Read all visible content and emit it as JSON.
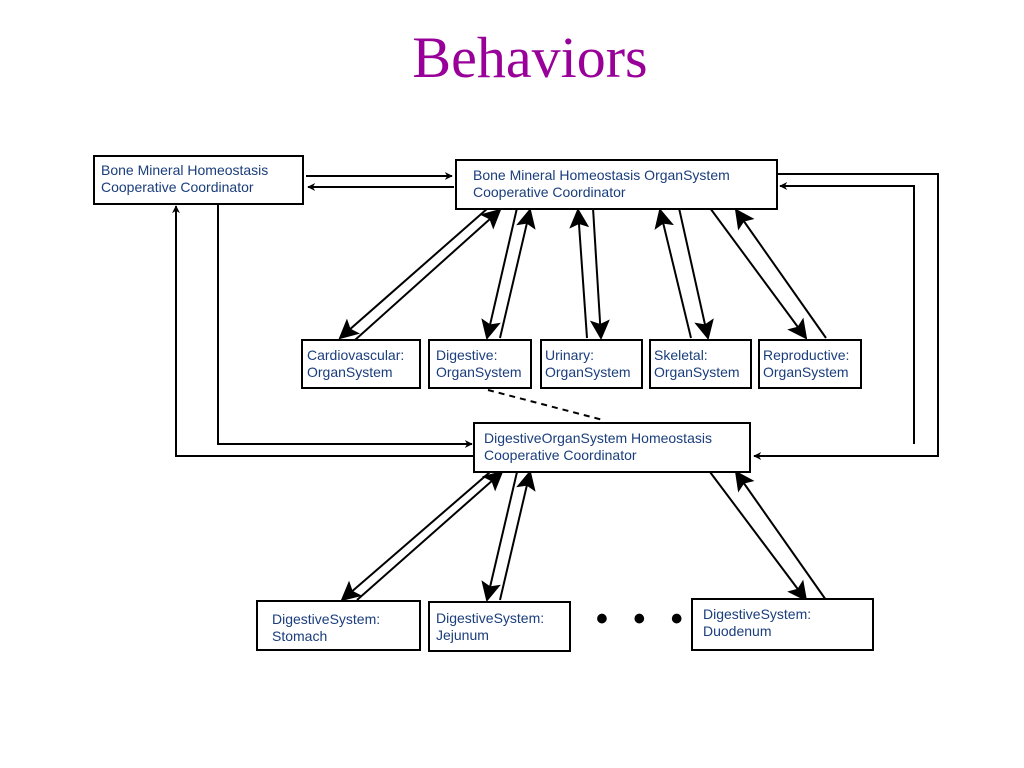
{
  "title": "Behaviors",
  "nodes": {
    "bone_coord": [
      "Bone Mineral Homeostasis",
      "Cooperative Coordinator"
    ],
    "bone_organ_coord": [
      "Bone Mineral Homeostasis OrganSystem",
      "Cooperative Coordinator"
    ],
    "cardiovascular": [
      "Cardiovascular:",
      "OrganSystem"
    ],
    "digestive": [
      "Digestive:",
      "OrganSystem"
    ],
    "urinary": [
      "Urinary:",
      "OrganSystem"
    ],
    "skeletal": [
      "Skeletal:",
      "OrganSystem"
    ],
    "reproductive": [
      "Reproductive:",
      "OrganSystem"
    ],
    "digestive_coord": [
      "DigestiveOrganSystem Homeostasis",
      "Cooperative Coordinator"
    ],
    "stomach": [
      "DigestiveSystem:",
      "Stomach"
    ],
    "jejunum": [
      "DigestiveSystem:",
      "Jejunum"
    ],
    "duodenum": [
      "DigestiveSystem:",
      "Duodenum"
    ]
  },
  "ellipsis": "• • •"
}
